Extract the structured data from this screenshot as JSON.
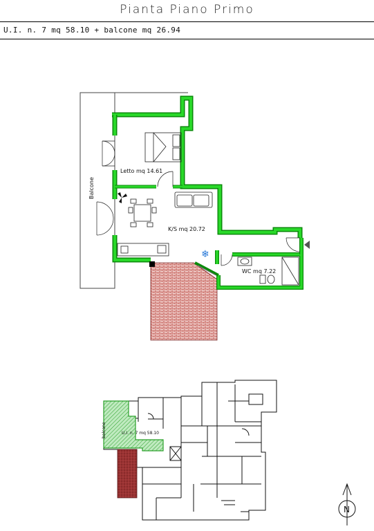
{
  "header": {
    "title": "Pianta Piano Primo",
    "subtitle": "U.I. n. 7 mq 58.10 + balcone mq 26.94"
  },
  "rooms": {
    "letto": "Letto mq 14.61",
    "ks": "K/S mq 20.72",
    "wc": "WC mq 7.22",
    "balcone": "Balcone"
  },
  "keyplan": {
    "unit_label": "U.I. n. 7 mq 58.10",
    "balcony_label": "balcone"
  },
  "compass": {
    "letter": "N"
  },
  "colors": {
    "wall_green": "#1fc41f",
    "wall_dark": "#0a8a0a",
    "terrace_red": "#b5352f",
    "keyplan_fill": "#8fdc8f"
  }
}
